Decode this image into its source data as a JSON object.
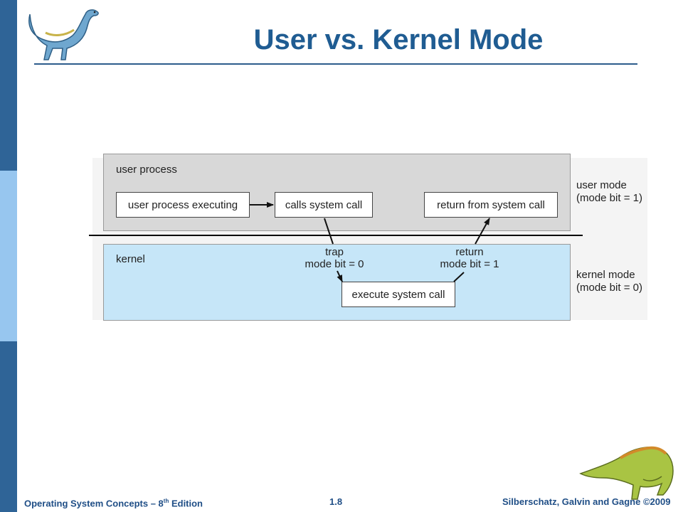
{
  "slide": {
    "title": "User vs. Kernel Mode"
  },
  "diagram": {
    "user_panel_label": "user process",
    "kernel_panel_label": "kernel",
    "boxes": {
      "user_executing": "user process executing",
      "calls_system_call": "calls system call",
      "return_from_system_call": "return from system call",
      "execute_system_call": "execute system call"
    },
    "arrow_labels": {
      "trap_line1": "trap",
      "trap_line2": "mode bit = 0",
      "return_line1": "return",
      "return_line2": "mode bit = 1"
    },
    "mode_labels": {
      "user_line1": "user mode",
      "user_line2": "(mode bit = 1)",
      "kernel_line1": "kernel mode",
      "kernel_line2": "(mode bit = 0)"
    }
  },
  "footer": {
    "left_prefix": "Operating System Concepts – 8",
    "left_sup": "th",
    "left_suffix": " Edition",
    "page_number": "1.8",
    "right": "Silberschatz, Galvin and Gagne ©2009"
  },
  "colors": {
    "title": "#1f5c92",
    "sidebar_dark": "#2f6497",
    "sidebar_light": "#97c6ef",
    "user_panel": "#d8d8d8",
    "kernel_panel": "#c6e6f8"
  }
}
